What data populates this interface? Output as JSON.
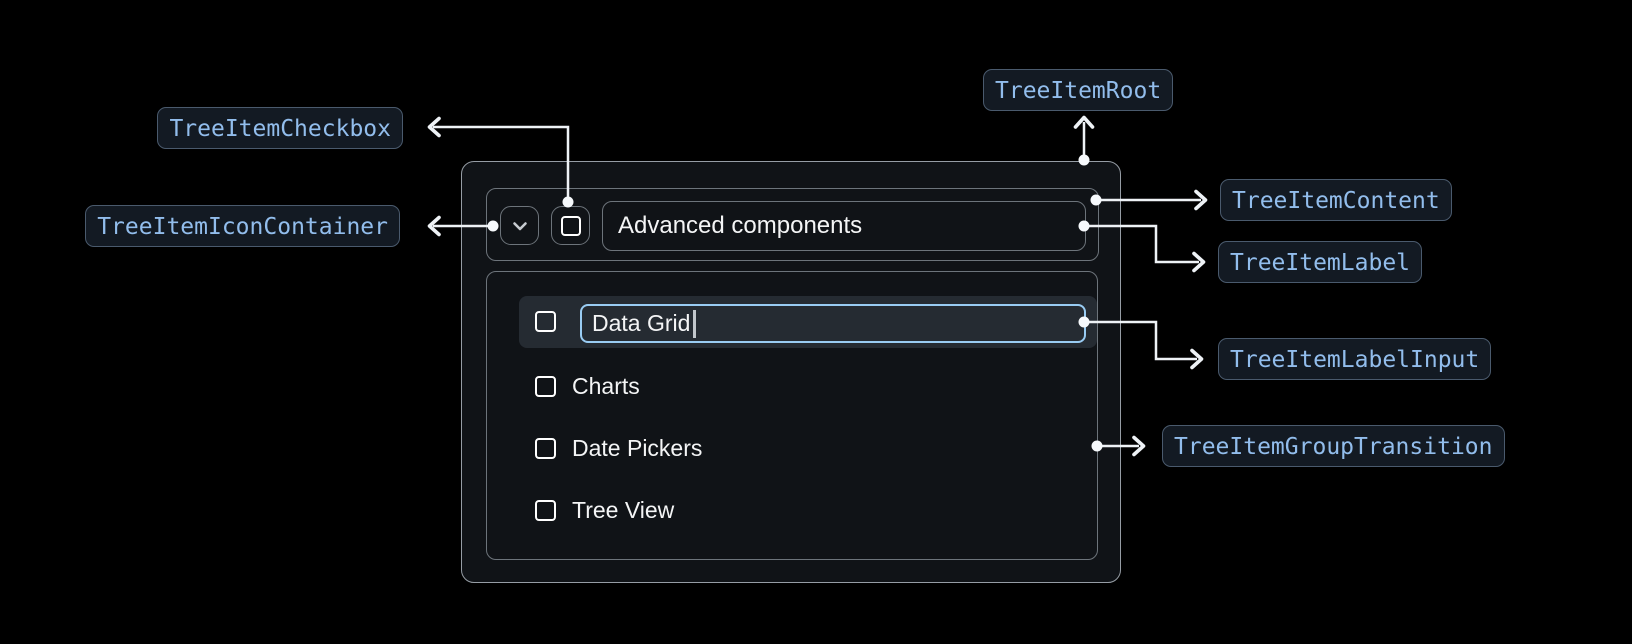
{
  "annotations": {
    "root": "TreeItemRoot",
    "checkbox": "TreeItemCheckbox",
    "icon_container": "TreeItemIconContainer",
    "content": "TreeItemContent",
    "label": "TreeItemLabel",
    "label_input": "TreeItemLabelInput",
    "group_transition": "TreeItemGroupTransition"
  },
  "tree": {
    "parent": {
      "label": "Advanced components",
      "expanded": true,
      "checked": false
    },
    "children": [
      {
        "label": "Data Grid",
        "editing": true,
        "checked": false
      },
      {
        "label": "Charts",
        "checked": false
      },
      {
        "label": "Date Pickers",
        "checked": false
      },
      {
        "label": "Tree View",
        "checked": false
      }
    ]
  },
  "icons": {
    "expand": "chevron-down-icon",
    "checkbox": "checkbox-unchecked-icon",
    "cursor": "text-cursor"
  },
  "colors": {
    "background": "#000000",
    "input_accent_border": "#99ccf3",
    "chip_text": "#92bdec",
    "chip_background": "#131a23",
    "chip_border": "#4a5a6d",
    "connector": "#eef2f6",
    "row_highlight": "#252b32",
    "panel_border": "#6d747b",
    "root_border": "#969da5",
    "text": "#f4f5f6"
  }
}
